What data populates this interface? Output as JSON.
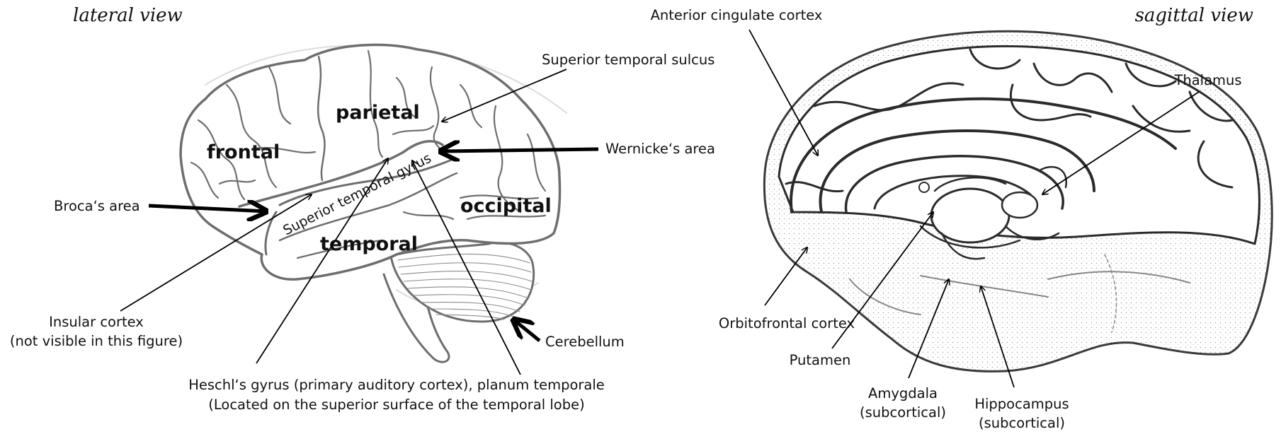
{
  "views": {
    "lateral_title": "lateral view",
    "sagittal_title": "sagittal view"
  },
  "lateral": {
    "lobes": {
      "frontal": "frontal",
      "parietal": "parietal",
      "temporal": "temporal",
      "occipital": "occipital"
    },
    "gyrus_label": "Superior temporal gyrus",
    "labels": {
      "superior_temporal_sulcus": "Superior temporal sulcus",
      "wernickes_area": "Wernicke‘s area",
      "brocas_area": "Broca‘s area",
      "insular_line1": "Insular cortex",
      "insular_line2": "(not visible in this figure)",
      "cerebellum": "Cerebellum",
      "heschl_line1": "Heschl‘s gyrus (primary auditory cortex), planum temporale",
      "heschl_line2": "(Located on the superior surface of the temporal lobe)"
    }
  },
  "sagittal": {
    "labels": {
      "anterior_cingulate": "Anterior cingulate cortex",
      "thalamus": "Thalamus",
      "orbitofrontal": "Orbitofrontal cortex",
      "putamen": "Putamen",
      "amygdala_line1": "Amygdala",
      "amygdala_line2": "(subcortical)",
      "hippocampus_line1": "Hippocampus",
      "hippocampus_line2": "(subcortical)"
    }
  },
  "colors": {
    "outline": "#6e6e6e",
    "text": "#111111",
    "arrow": "#000000"
  }
}
